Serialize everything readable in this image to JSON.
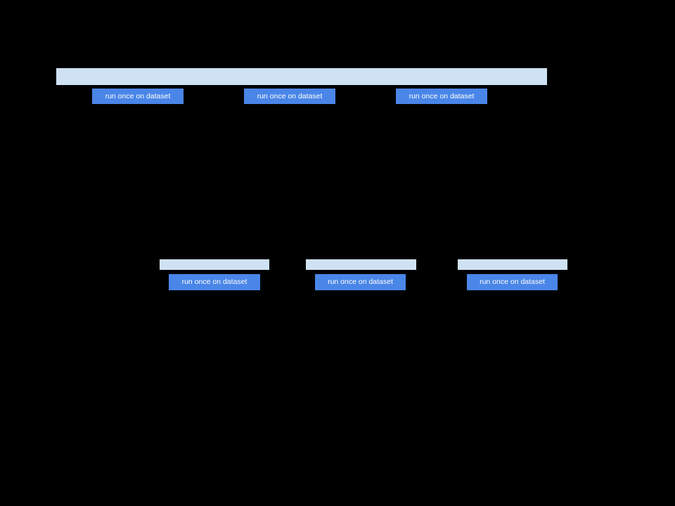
{
  "colors": {
    "canvas_bg": "#000000",
    "highlight": "#cfe2f3",
    "button": "#4a86e8",
    "button_text": "#ffffff"
  },
  "top_group": {
    "buttons": [
      {
        "label": "run once on dataset"
      },
      {
        "label": "run once on dataset"
      },
      {
        "label": "run once on dataset"
      }
    ]
  },
  "bottom_group": {
    "buttons": [
      {
        "label": "run once on dataset"
      },
      {
        "label": "run once on dataset"
      },
      {
        "label": "run once on dataset"
      }
    ]
  }
}
